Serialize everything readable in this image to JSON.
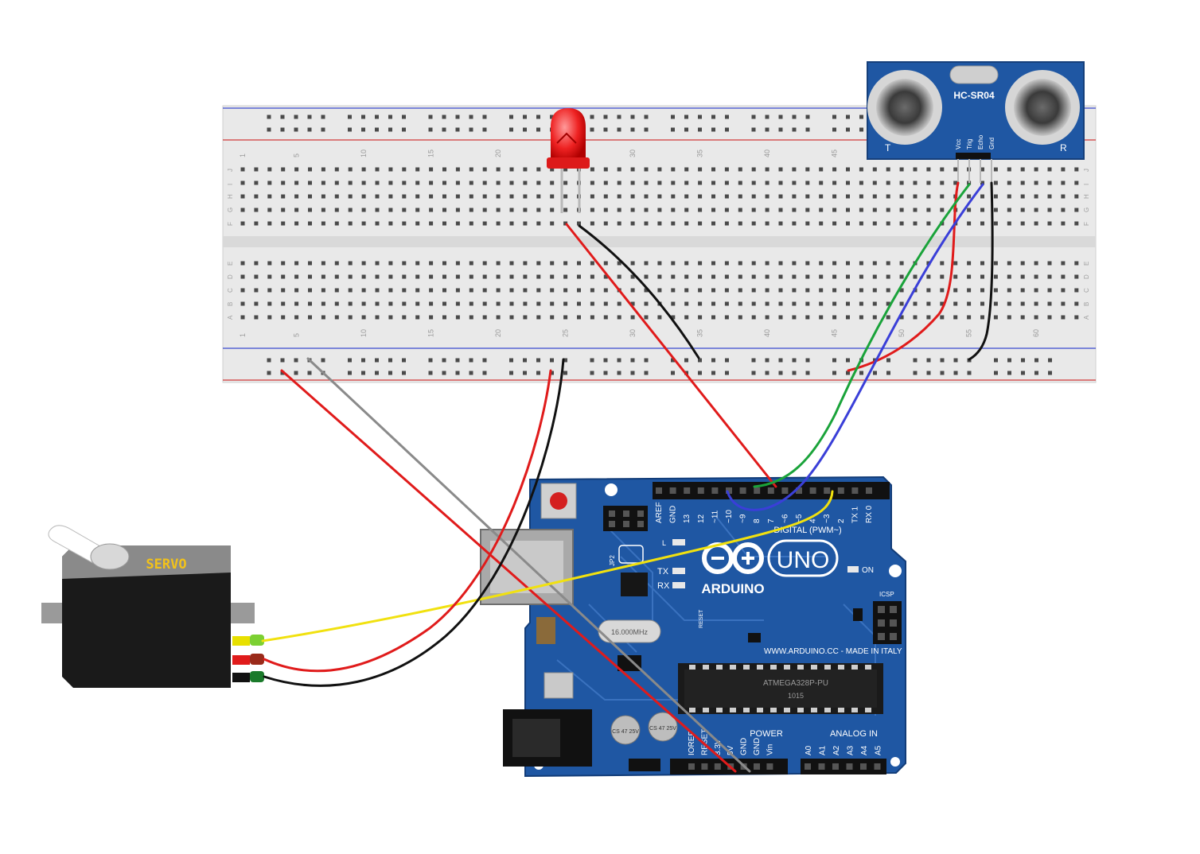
{
  "servo": {
    "label": "SERVO"
  },
  "sensor": {
    "model": "HC-SR04",
    "pins": [
      "Vcc",
      "Trig",
      "Echo",
      "Gnd"
    ],
    "left_mark": "T",
    "right_mark": "R"
  },
  "breadboard": {
    "column_numbers": [
      "1",
      "5",
      "10",
      "15",
      "20",
      "25",
      "30",
      "35",
      "40",
      "45",
      "50",
      "55",
      "60"
    ],
    "row_letters_top": [
      "J",
      "I",
      "H",
      "G",
      "F"
    ],
    "row_letters_bottom": [
      "E",
      "D",
      "C",
      "B",
      "A"
    ]
  },
  "arduino": {
    "brand": "ARDUINO",
    "model": "UNO",
    "digital_header": "DIGITAL (PWM~)",
    "digital_pins": [
      "AREF",
      "GND",
      "13",
      "12",
      "~11",
      "~10",
      "~9",
      "8",
      "7",
      "~6",
      "~5",
      "4",
      "~3",
      "2",
      "TX 1",
      "RX 0"
    ],
    "tx_rx_arrows": [
      "TX→1",
      "RX←0"
    ],
    "power_header": "POWER",
    "analog_header": "ANALOG IN",
    "power_pins": [
      "IOREF",
      "RESET",
      "3.3V",
      "5V",
      "GND",
      "GND",
      "Vin"
    ],
    "analog_pins": [
      "A0",
      "A1",
      "A2",
      "A3",
      "A4",
      "A5"
    ],
    "website": "WWW.ARDUINO.CC - MADE IN ITALY",
    "on_label": "ON",
    "tx_label": "TX",
    "rx_label": "RX",
    "l_label": "L",
    "icsp_label": "ICSP",
    "reset_label": "RESET",
    "chip_label": "ATMEGA328P-PU",
    "chip_code": "1015",
    "crystal_label": "16.000MHz",
    "cap_label": "CS 47 25V",
    "jp_label": "JP2"
  },
  "colors": {
    "board_blue": "#1f57a3",
    "wire_red": "#e01b1b",
    "wire_black": "#111111",
    "wire_green": "#1aa33a",
    "wire_blue": "#3a3fd8",
    "wire_yellow": "#f1e10f",
    "wire_gray": "#8a8a8a",
    "led_red": "#ee2222",
    "servo_label": "#f2c21a"
  }
}
